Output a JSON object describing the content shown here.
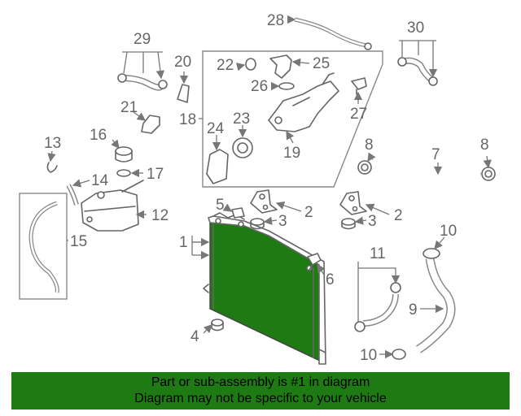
{
  "callouts": {
    "c1": "1",
    "c2a": "2",
    "c2b": "2",
    "c3a": "3",
    "c3b": "3",
    "c4": "4",
    "c5": "5",
    "c6": "6",
    "c7": "7",
    "c8a": "8",
    "c8b": "8",
    "c9": "9",
    "c10a": "10",
    "c10b": "10",
    "c11": "11",
    "c12": "12",
    "c13": "13",
    "c14": "14",
    "c15": "15",
    "c16": "16",
    "c17": "17",
    "c18": "18",
    "c19": "19",
    "c20": "20",
    "c21": "21",
    "c22": "22",
    "c23": "23",
    "c24": "24",
    "c25": "25",
    "c26": "26",
    "c27": "27",
    "c28": "28",
    "c29": "29",
    "c30": "30"
  },
  "banner": {
    "line1": "Part or sub-assembly is #1 in diagram",
    "line2": "Diagram may not be specific to your vehicle"
  },
  "colors": {
    "banner_bg": "#1e7a12",
    "highlight_part": "#1e7a12",
    "line": "#666666"
  }
}
